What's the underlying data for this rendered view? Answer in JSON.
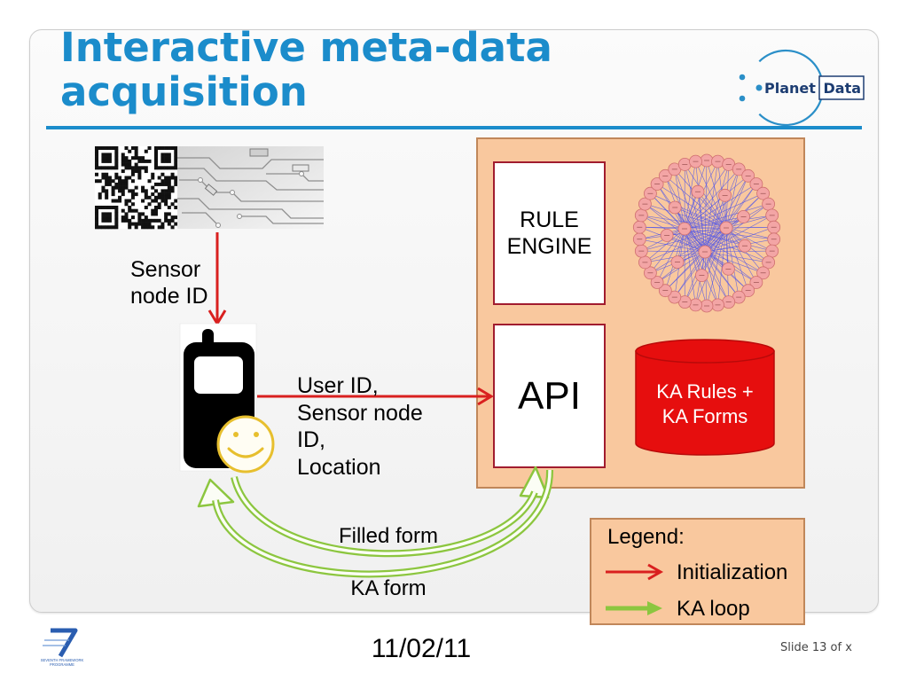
{
  "slide": {
    "title": [
      "Interactive meta-data",
      "acquisition"
    ],
    "date": "11/02/11",
    "slide_number": "Slide 13 of x"
  },
  "logos": {
    "planetdata": {
      "word1": "Planet",
      "word2": "Data"
    },
    "fp7": {
      "line1": "SEVENTH FRAMEWORK",
      "line2": "PROGRAMME"
    }
  },
  "diagram": {
    "sensor_label": [
      "Sensor",
      "node ID"
    ],
    "phone_request": [
      "User ID,",
      "Sensor node",
      "ID,",
      "Location"
    ],
    "rule_engine": [
      "RULE",
      "ENGINE"
    ],
    "api": "API",
    "database": [
      "KA Rules +",
      "KA Forms"
    ],
    "filled_form": "Filled form",
    "ka_form": "KA form",
    "icons": {
      "qr": "qr-code-icon",
      "circuit": "circuit-board-icon",
      "phone": "mobile-phone-icon",
      "smiley": "smiley-icon",
      "graph": "network-graph-icon",
      "database": "database-cylinder-icon"
    }
  },
  "legend": {
    "title": "Legend:",
    "items": [
      {
        "label": "Initialization",
        "color": "#d9201f",
        "icon": "red-arrow-icon"
      },
      {
        "label": "KA loop",
        "color": "#8cc63f",
        "icon": "green-arrow-icon"
      }
    ]
  },
  "colors": {
    "title": "#1b8ccb",
    "panel": "#f9c89e",
    "panel_border": "#c0875a",
    "box_border": "#a11c2f",
    "database": "#e60e0e",
    "database_border": "#b80a0a",
    "graph_node": "#f3a5a5",
    "graph_node_border": "#cf6f6f",
    "graph_edge": "#5257e6",
    "logo_text": "#1d3d72",
    "logo_ring": "#2b8fc8"
  }
}
